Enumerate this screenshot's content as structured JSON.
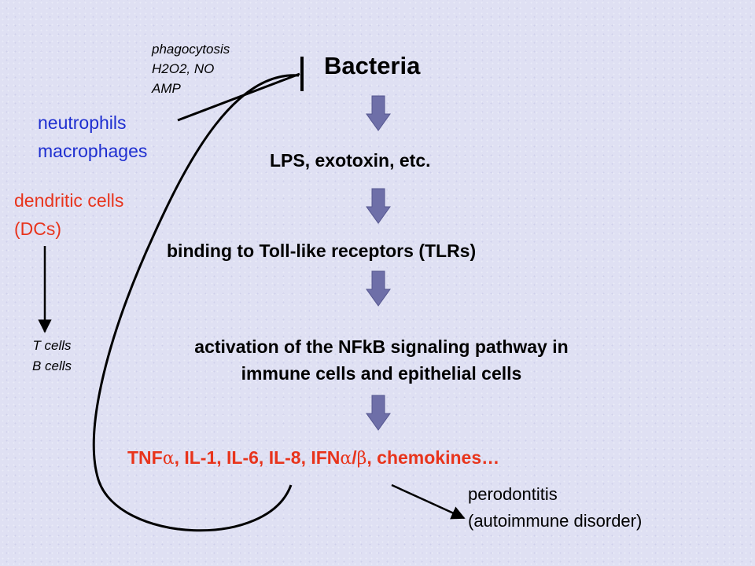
{
  "title": "Bacteria",
  "cascade": [
    "LPS, exotoxin, etc.",
    "binding to Toll-like receptors (TLRs)",
    "activation of the NFkB signaling pathway in",
    "immune cells and epithelial cells"
  ],
  "cytokines": {
    "part1": "TNF",
    "alpha": "α",
    "part2": ", IL-1, IL-6, IL-8, IFN",
    "alpha2": "α",
    "slash": "/",
    "beta": "β",
    "part3": ", chemokines…"
  },
  "inflammatory_cells": [
    "neutrophils",
    "macrophages"
  ],
  "dendritic_cells": [
    "dendritic cells",
    "(DCs)"
  ],
  "mechanisms": [
    "phagocytosis",
    "H2O2, NO",
    "AMP"
  ],
  "adaptive_cells": [
    "T cells",
    "B cells"
  ],
  "outcome": [
    "perodontitis",
    "(autoimmune disorder)"
  ],
  "colors": {
    "background": "#dfe0f3",
    "arrow_fill": "#6e6fa8",
    "cytokine_red": "#e8341c",
    "cell_blue": "#1f2fd0"
  }
}
